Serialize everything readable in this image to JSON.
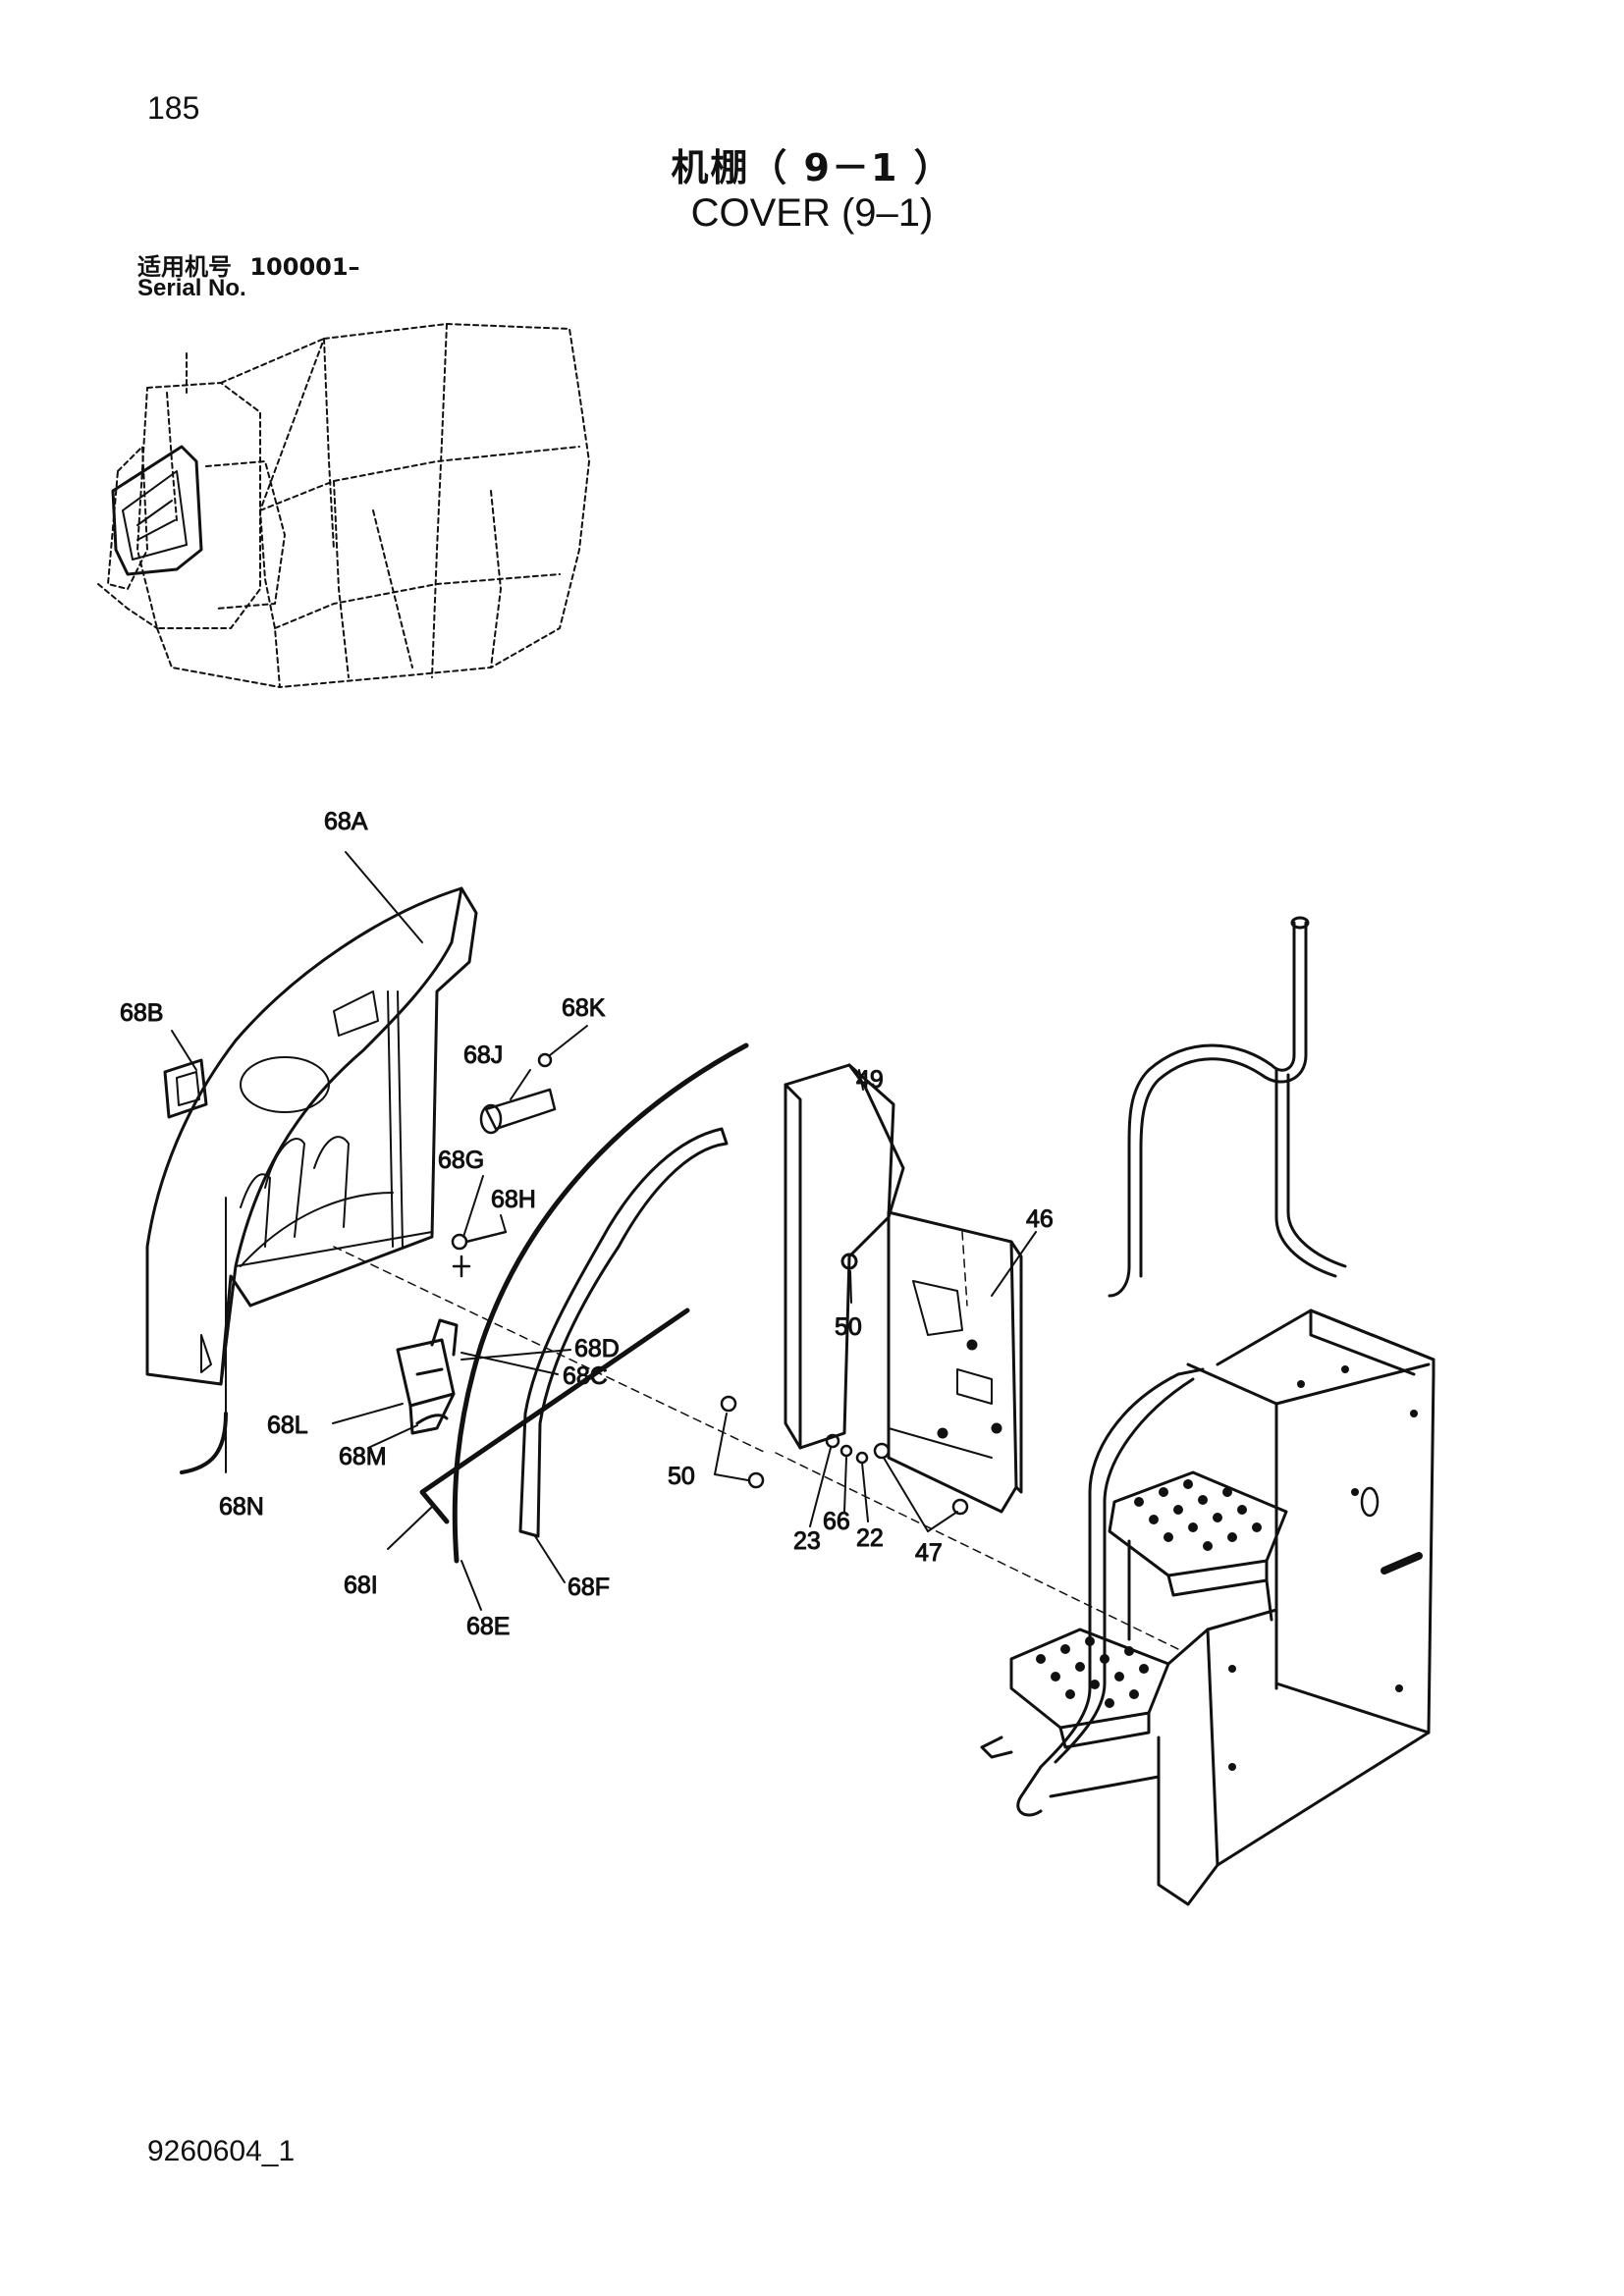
{
  "page_number": "185",
  "title": {
    "zh": "机棚（ 9－1 ）",
    "en": "COVER (9–1)"
  },
  "serial": {
    "label_zh": "适用机号",
    "value": "100001–",
    "label_en": "Serial No."
  },
  "callouts": [
    "68A",
    "68B",
    "68K",
    "68J",
    "68G",
    "68H",
    "49",
    "46",
    "50",
    "68D",
    "68C",
    "50",
    "68L",
    "68M",
    "68N",
    "23",
    "66",
    "22",
    "47",
    "68I",
    "68F",
    "68E"
  ],
  "document_code": "9260604_1"
}
